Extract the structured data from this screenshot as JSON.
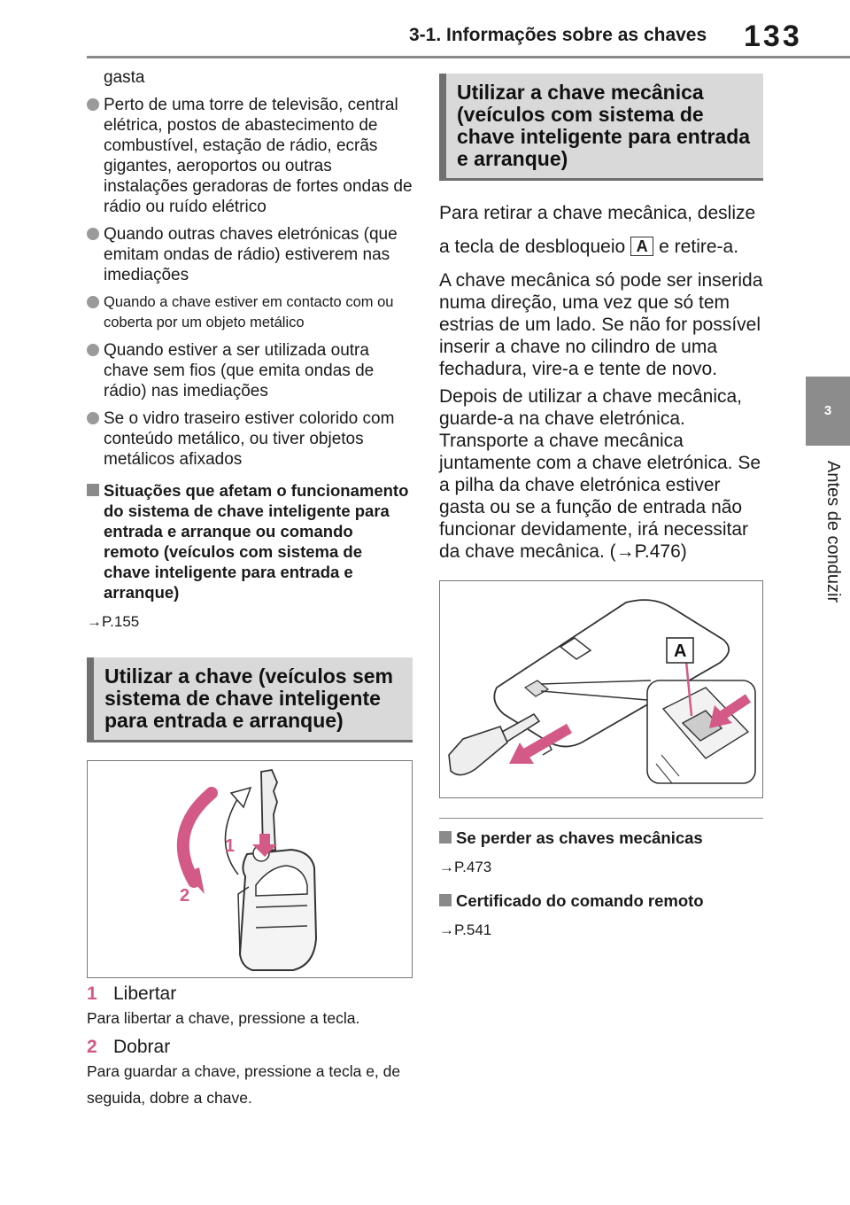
{
  "header": {
    "section_title": "3-1. Informações sobre as chaves",
    "page_number": "133"
  },
  "side_tab": {
    "chapter_number": "3",
    "chapter_title": "Antes de conduzir"
  },
  "left": {
    "continued_text": "gasta",
    "bullets": [
      "Perto de uma torre de televisão, central elétrica, postos de abastecimento de combustível, estação de rádio, ecrãs gigantes, aeroportos ou outras instalações geradoras de fortes ondas de rádio ou ruído elétrico",
      "Quando outras chaves eletrónicas (que emitam ondas de rádio) estiverem nas imediações",
      "Quando a chave estiver em contacto com ou coberta por um objeto metálico",
      "Quando estiver a ser utilizada outra chave sem fios (que emita ondas de rádio) nas imediações",
      "Se o vidro traseiro estiver colorido com conteúdo metálico, ou tiver objetos metálicos afixados"
    ],
    "subheading": "Situações que afetam o funcionamento do sistema de chave inteligente para entrada e arranque ou comando remoto (veículos com sistema de chave inteligente para entrada e arranque)",
    "subheading_ref": "→P.155",
    "section_title": "Utilizar a chave (veículos sem sistema de chave inteligente para entrada e arranque)",
    "figure_labels": {
      "one": "1",
      "two": "2"
    },
    "steps": [
      {
        "num": "1",
        "label": "Libertar",
        "desc": "Para libertar a chave, pressione a tecla."
      },
      {
        "num": "2",
        "label": "Dobrar",
        "desc": "Para guardar a chave, pressione a tecla e, de seguida, dobre a chave."
      }
    ]
  },
  "right": {
    "section_title": "Utilizar a chave mecânica (veículos com sistema de chave inteligente para entrada e arranque)",
    "intro_before_key": "Para retirar a chave mecânica, deslize a tecla de desbloqueio",
    "key_label": "A",
    "intro_after_key": "e retire-a.",
    "para2": "A chave mecânica só pode ser inserida numa direção, uma vez que só tem estrias de um lado. Se não for possível inserir a chave no cilindro de uma fechadura, vire-a e tente de novo.",
    "para3": "Depois de utilizar a chave mecânica, guarde-a na chave eletrónica. Transporte a chave mecânica juntamente com a chave eletrónica. Se a pilha da chave eletrónica estiver gasta ou se a função de entrada não funcionar devidamente, irá necessitar da chave mecânica. (→P.476)",
    "figure_label": "A",
    "notes": [
      {
        "heading": "Se perder as chaves mecânicas",
        "ref": "→P.473"
      },
      {
        "heading": "Certificado do comando remoto",
        "ref": "→P.541"
      }
    ]
  },
  "colors": {
    "accent_pink": "#d35a86",
    "section_bg": "#d9d9d9",
    "tab_gray": "#8c8c8c"
  }
}
